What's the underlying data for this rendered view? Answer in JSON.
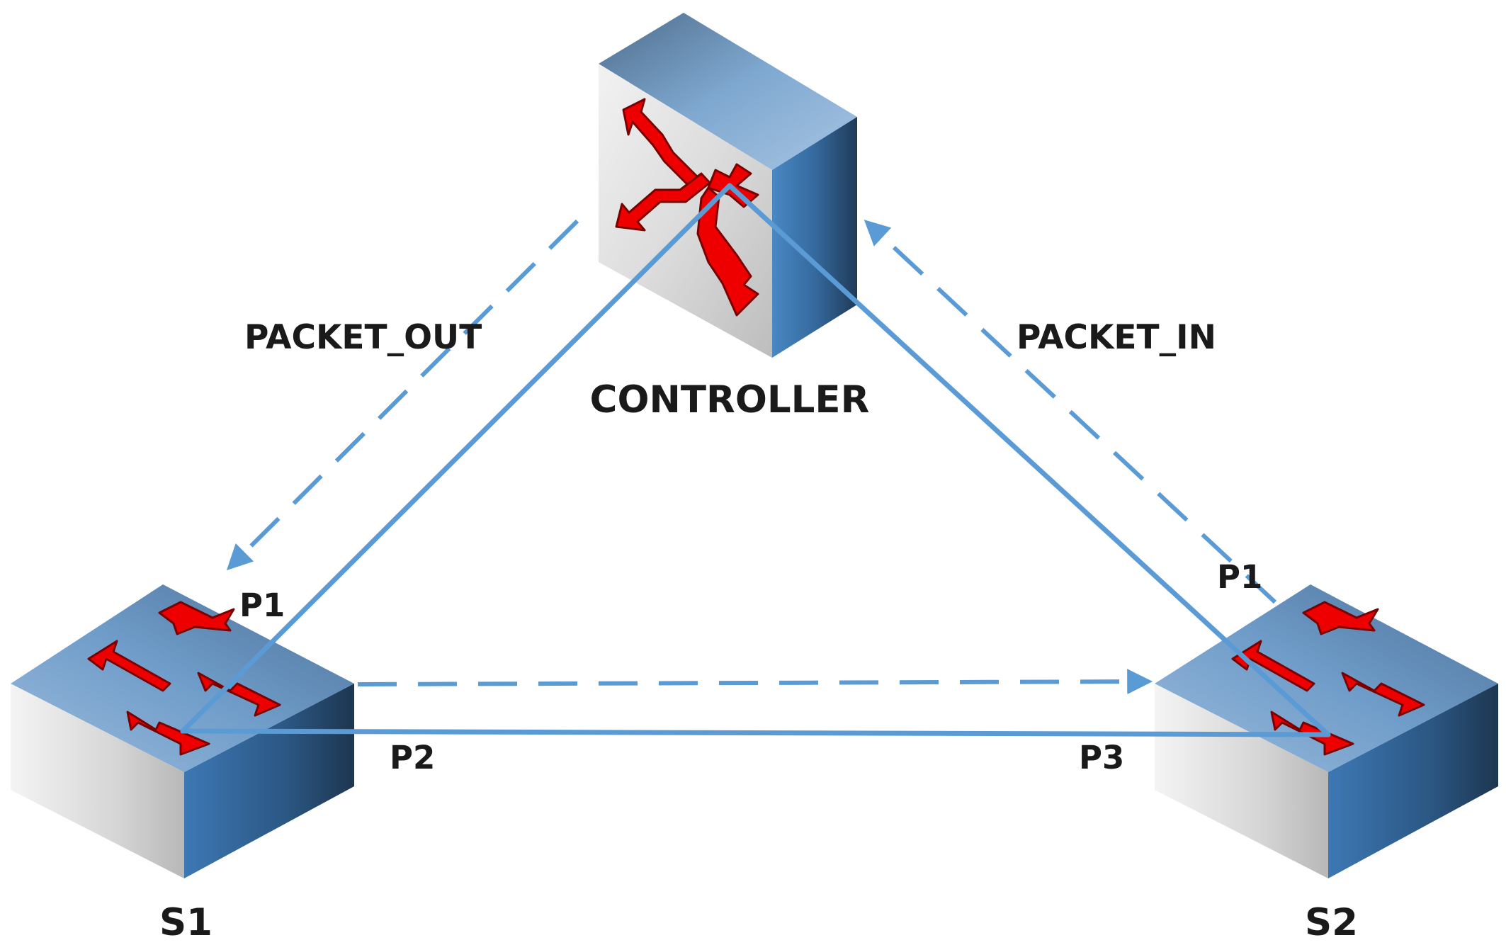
{
  "nodes": {
    "controller": {
      "label": "CONTROLLER"
    },
    "s1": {
      "label": "S1"
    },
    "s2": {
      "label": "S2"
    }
  },
  "flows": {
    "packet_out": {
      "label": "PACKET_OUT"
    },
    "packet_in": {
      "label": "PACKET_IN"
    }
  },
  "ports": {
    "s1_p1": "P1",
    "s1_p2": "P2",
    "s2_p1": "P1",
    "s2_p3": "P3"
  },
  "colors": {
    "link": "#5b9bd5",
    "arrow_red": "#ee0000",
    "device_top": "#7aa6d0",
    "device_side_dark": "#2f5a84",
    "device_front_light": "#e2e2e2"
  }
}
